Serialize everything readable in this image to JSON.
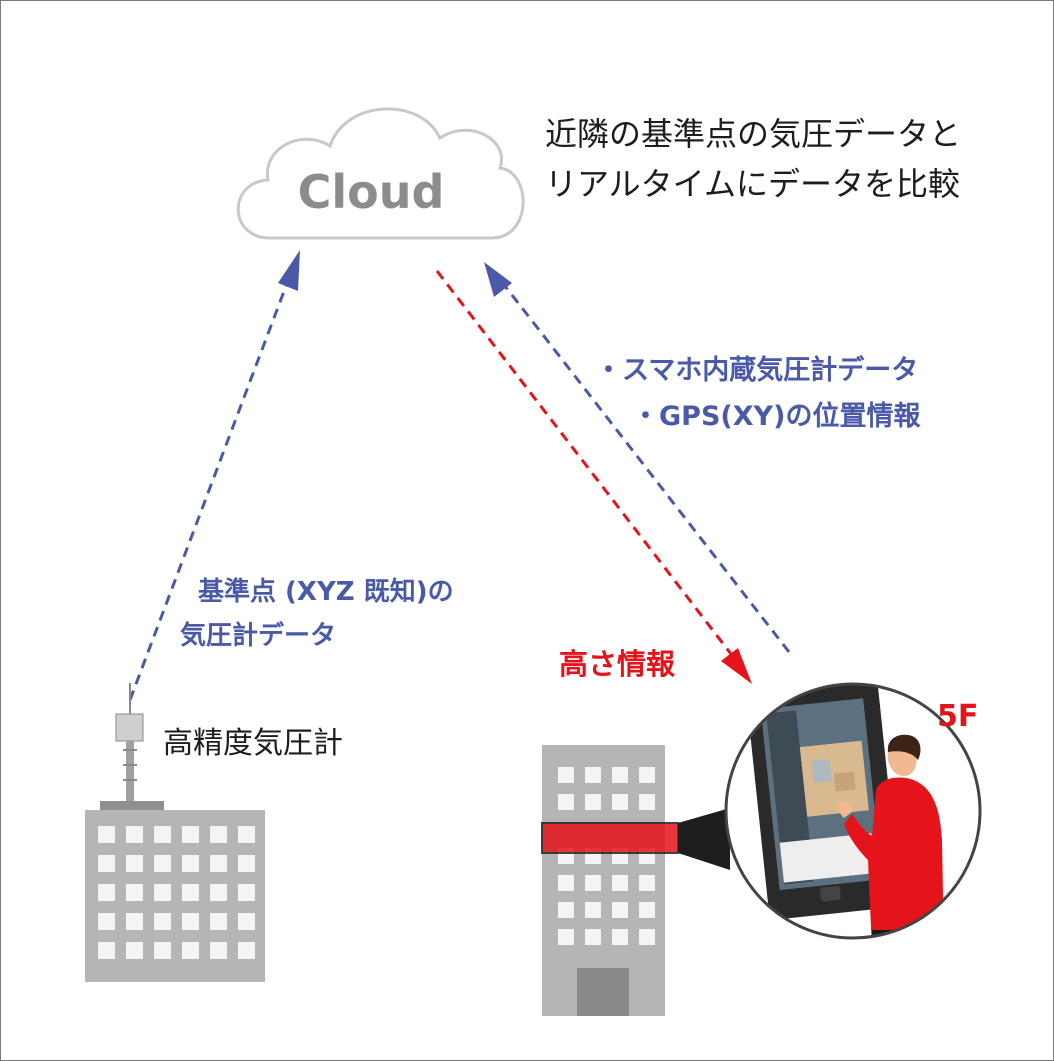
{
  "cloud": {
    "label": "Cloud"
  },
  "cloud_note": {
    "line1": "近隣の基準点の気圧データと",
    "line2": "リアルタイムにデータを比較"
  },
  "uplink_phone": {
    "line1": "・スマホ内蔵気圧計データ",
    "line2": "・GPS(XY)の位置情報"
  },
  "uplink_station": {
    "line1": "基準点 (XYZ 既知)の",
    "line2": "気圧計データ"
  },
  "downlink": {
    "label": "高さ情報"
  },
  "station": {
    "label": "高精度気圧計"
  },
  "floor": {
    "label": "5F"
  },
  "colors": {
    "blue_arrow": "#4a5aa8",
    "red_arrow": "#e5141b",
    "building": "#b5b5b5",
    "highlight_floor": "#e5141b",
    "cloud_outline": "#c8c8c8",
    "cloud_text": "#8c8c8c"
  }
}
